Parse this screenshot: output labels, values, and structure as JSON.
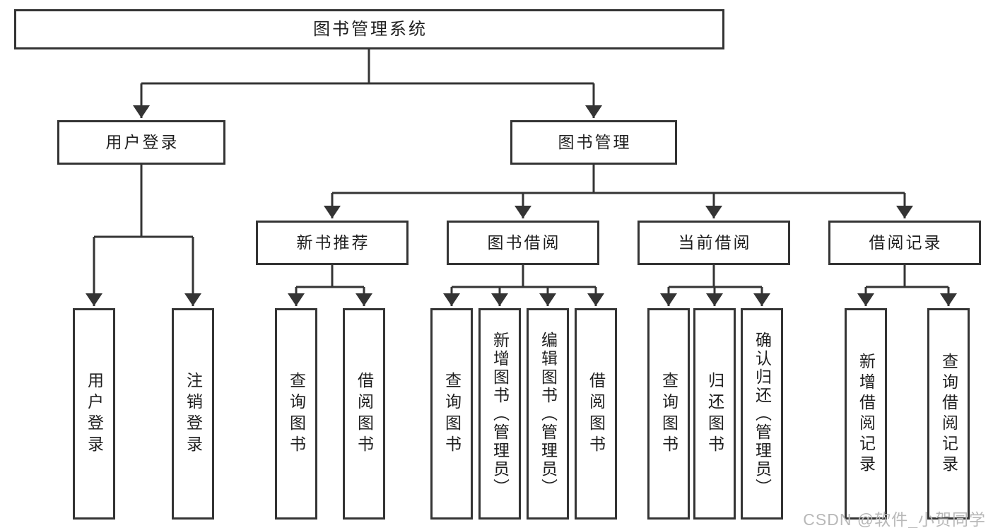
{
  "colors": {
    "line": "#343434",
    "box_border": "#343434",
    "text": "#1f1f1f",
    "watermark": "#b8b8b8",
    "background": "#ffffff"
  },
  "diagram": {
    "root": "图书管理系统",
    "level2": [
      "用户登录",
      "图书管理"
    ],
    "level3": [
      "新书推荐",
      "图书借阅",
      "当前借阅",
      "借阅记录"
    ],
    "leaves": {
      "user_login": [
        "用户登录",
        "注销登录"
      ],
      "new_book_recommend": [
        "查询图书",
        "借阅图书"
      ],
      "book_borrow": [
        "查询图书",
        "新增图书（管理员）",
        "编辑图书（管理员）",
        "借阅图书"
      ],
      "current_borrow": [
        "查询图书",
        "归还图书",
        "确认归还（管理员）"
      ],
      "borrow_records": [
        "新增借阅记录",
        "查询借阅记录"
      ]
    }
  },
  "watermark": "CSDN @软件_小贺同学"
}
